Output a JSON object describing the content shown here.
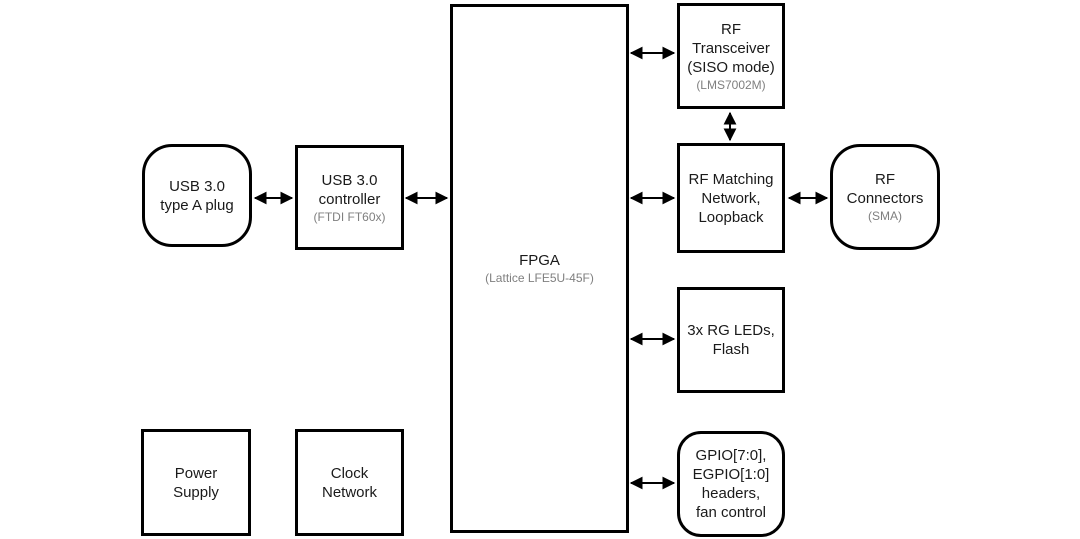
{
  "diagram": {
    "background_color": "#ffffff",
    "stroke_color": "#000000",
    "subtitle_color": "#7f7f7f",
    "blocks": [
      {
        "id": "usb-plug",
        "label": "USB 3.0\ntype A plug",
        "subtitle": "",
        "shape": "rounded"
      },
      {
        "id": "usb-controller",
        "label": "USB 3.0\ncontroller",
        "subtitle": "(FTDI FT60x)",
        "shape": "rect"
      },
      {
        "id": "fpga",
        "label": "FPGA",
        "subtitle": "(Lattice LFE5U-45F)",
        "shape": "rect"
      },
      {
        "id": "rf-transceiver",
        "label": "RF\nTransceiver\n(SISO mode)",
        "subtitle": "(LMS7002M)",
        "shape": "rect"
      },
      {
        "id": "rf-matching",
        "label": "RF Matching\nNetwork,\nLoopback",
        "subtitle": "",
        "shape": "rect"
      },
      {
        "id": "rf-connectors",
        "label": "RF\nConnectors",
        "subtitle": "(SMA)",
        "shape": "rounded"
      },
      {
        "id": "leds-flash",
        "label": "3x RG LEDs,\nFlash",
        "subtitle": "",
        "shape": "rect"
      },
      {
        "id": "gpio-headers",
        "label": "GPIO[7:0],\nEGPIO[1:0]\nheaders,\nfan control",
        "subtitle": "",
        "shape": "rounded"
      },
      {
        "id": "power-supply",
        "label": "Power\nSupply",
        "subtitle": "",
        "shape": "rect"
      },
      {
        "id": "clock-network",
        "label": "Clock\nNetwork",
        "subtitle": "",
        "shape": "rect"
      }
    ],
    "connections": [
      {
        "from": "usb-plug",
        "to": "usb-controller",
        "type": "bidirectional"
      },
      {
        "from": "usb-controller",
        "to": "fpga",
        "type": "bidirectional"
      },
      {
        "from": "fpga",
        "to": "rf-transceiver",
        "type": "bidirectional"
      },
      {
        "from": "rf-transceiver",
        "to": "rf-matching",
        "type": "bidirectional"
      },
      {
        "from": "fpga",
        "to": "rf-matching",
        "type": "bidirectional"
      },
      {
        "from": "rf-matching",
        "to": "rf-connectors",
        "type": "bidirectional"
      },
      {
        "from": "fpga",
        "to": "leds-flash",
        "type": "bidirectional"
      },
      {
        "from": "fpga",
        "to": "gpio-headers",
        "type": "bidirectional"
      }
    ]
  }
}
